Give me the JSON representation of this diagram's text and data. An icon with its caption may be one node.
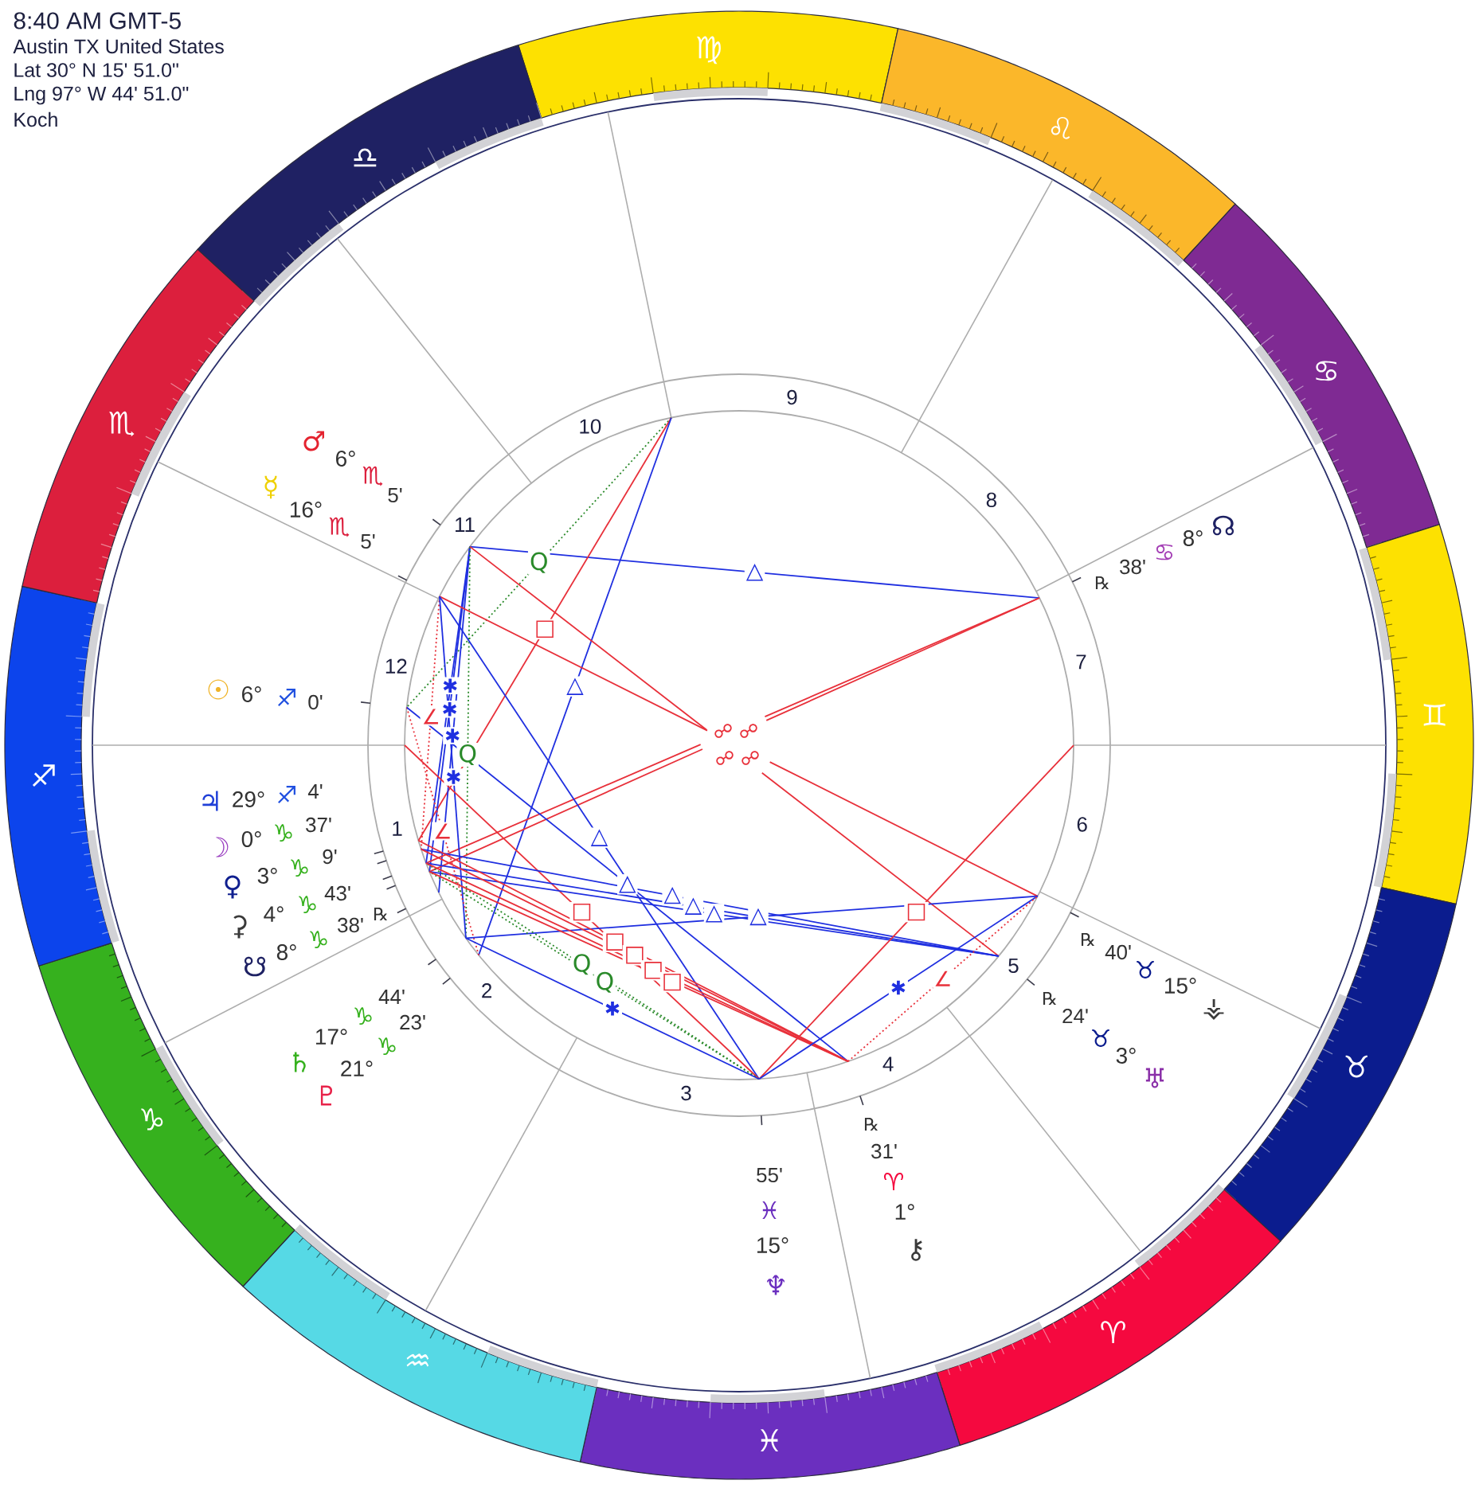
{
  "diagram": {
    "nodes": [
      {
        "text": [
          "♍"
        ]
      },
      {
        "text": [
          "♌"
        ]
      },
      {
        "text": [
          "♋"
        ]
      },
      {
        "text": [
          "♊"
        ]
      },
      {
        "text": [
          "♉"
        ]
      },
      {
        "text": [
          "♈"
        ]
      },
      {
        "text": [
          "♓"
        ]
      },
      {
        "text": [
          "♒"
        ]
      },
      {
        "text": [
          "♑"
        ]
      },
      {
        "text": [
          "♐"
        ]
      },
      {
        "text": [
          "♏"
        ]
      },
      {
        "text": [
          "♎"
        ]
      }
    ],
    "labels": [
      "8:40 AM GMT-5",
      "Austin TX United States",
      "Lat 30° N 15' 51.0\"",
      "Lng 97° W 44' 51.0\"",
      "Koch",
      "1",
      "2",
      "3",
      "4",
      "5",
      "6",
      "7",
      "8",
      "9",
      "10",
      "11",
      "12",
      "♂",
      "6°",
      "♏",
      "5'",
      "☿",
      "16°",
      "♏",
      "5'",
      "℞",
      "38'",
      "♋",
      "8°",
      "☊",
      "☉",
      "6°",
      "♐",
      "0'",
      "♃",
      "29°",
      "♐",
      "4'",
      "☽",
      "0°",
      "♑",
      "37'",
      "♀",
      "3°",
      "♑",
      "9'",
      "⚳",
      "4°",
      "♑",
      "43'",
      "☋",
      "8°",
      "♑",
      "38'",
      "℞",
      "℞",
      "40'",
      "♉",
      "15°",
      "⚶",
      "℞",
      "24'",
      "♉",
      "3°",
      "♅",
      "♄",
      "17°",
      "♑",
      "44'",
      "♇",
      "21°",
      "♑",
      "23'",
      "℞",
      "31'",
      "♈",
      "1°",
      "⚷",
      "55'",
      "♓",
      "15°",
      "♆",
      "Q",
      "△",
      "□",
      "✱",
      "△",
      "∠",
      "✱",
      "✱",
      "Q",
      "☍",
      "☍",
      "☍",
      "☍",
      "✱",
      "∠",
      "△",
      "□",
      "△",
      "△",
      "△",
      "△",
      "△",
      "□",
      "Q",
      "Q",
      "□",
      "□",
      "□",
      "□",
      "✱",
      "∠",
      "✱"
    ]
  }
}
